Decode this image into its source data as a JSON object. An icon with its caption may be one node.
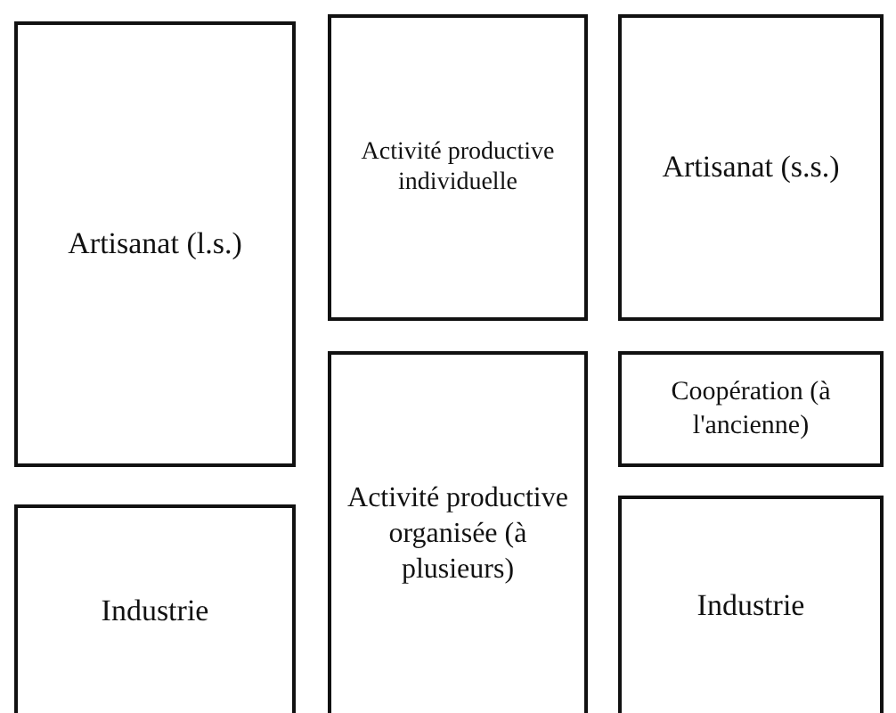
{
  "diagram": {
    "nodes": [
      {
        "text": [
          "Artisanat (l.s.)"
        ]
      },
      {
        "text": [
          "Activité productive individuelle"
        ]
      },
      {
        "text": [
          "Artisanat (s.s.)"
        ]
      },
      {
        "text": [
          "Coopération (à l'ancienne)"
        ]
      },
      {
        "text": [
          "Activité productive organisée (à plusieurs)"
        ]
      },
      {
        "text": [
          "Industrie"
        ]
      },
      {
        "text": [
          "Industrie"
        ]
      }
    ]
  }
}
